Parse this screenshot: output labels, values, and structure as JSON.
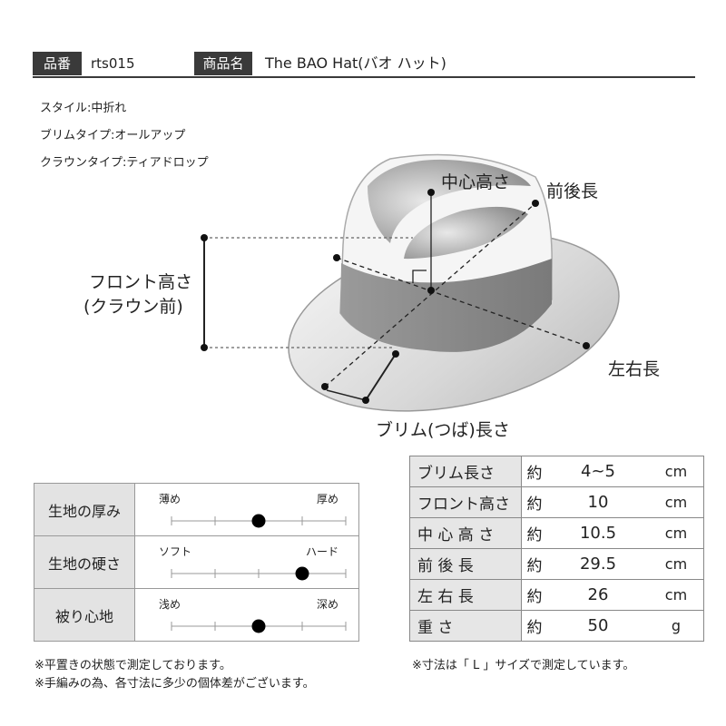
{
  "header": {
    "code_label": "品番",
    "code": "rts015",
    "name_label": "商品名",
    "name": "The BAO Hat(バオ ハット)"
  },
  "attributes": [
    "スタイル:中折れ",
    "ブリムタイプ:オールアップ",
    "クラウンタイプ:ティアドロップ"
  ],
  "diagram_labels": {
    "center_height": "中心高さ",
    "front_back": "前後長",
    "front_height_1": "フロント高さ",
    "front_height_2": "(クラウン前)",
    "left_right": "左右長",
    "brim": "ブリム(つば)長さ"
  },
  "feel": [
    {
      "label": "生地の厚み",
      "low": "薄め",
      "high": "厚め",
      "level": 3,
      "steps": 5
    },
    {
      "label": "生地の硬さ",
      "low": "ソフト",
      "high": "ハード",
      "level": 4,
      "steps": 5
    },
    {
      "label": "被り心地",
      "low": "浅め",
      "high": "深め",
      "level": 3,
      "steps": 5
    }
  ],
  "specs": [
    {
      "label": "ブリム長さ",
      "approx": "約",
      "value": "4~5",
      "unit": "cm"
    },
    {
      "label": "フロント高さ",
      "approx": "約",
      "value": "10",
      "unit": "cm"
    },
    {
      "label": "中 心 高 さ",
      "approx": "約",
      "value": "10.5",
      "unit": "cm"
    },
    {
      "label": "前 後 長",
      "approx": "約",
      "value": "29.5",
      "unit": "cm"
    },
    {
      "label": "左 右 長",
      "approx": "約",
      "value": "26",
      "unit": "cm"
    },
    {
      "label": "重 さ",
      "approx": "約",
      "value": "50",
      "unit": "g"
    }
  ],
  "notes_left": [
    "※平置きの状態で測定しております。",
    "※手編みの為、各寸法に多少の個体差がございます。"
  ],
  "note_right": "※寸法は「 L 」サイズで測定しています。"
}
